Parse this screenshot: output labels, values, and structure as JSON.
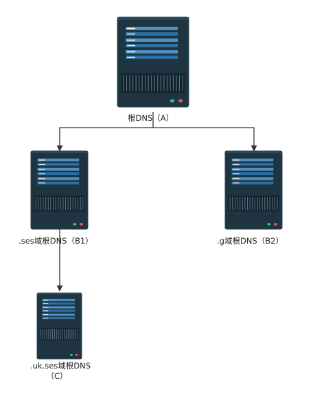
{
  "colors": {
    "server_body": "#1e3441",
    "server_border": "#2a4555",
    "rack_bar": "#4f90c4",
    "rack_bar_dark": "#2f6f9e",
    "rack_tick": "#ffffff",
    "vent_bg": "#12222d",
    "vent_line": "#5f7583",
    "led_green": "#34c477",
    "led_red": "#e05563",
    "connector": "#333333",
    "background": "#ffffff"
  },
  "nodes": [
    {
      "id": "A",
      "label": "根DNS（A）",
      "icon": "server-icon"
    },
    {
      "id": "B1",
      "label": ".ses域根DNS（B1）",
      "icon": "server-icon"
    },
    {
      "id": "B2",
      "label": ".g域根DNS（B2）",
      "icon": "server-icon"
    },
    {
      "id": "C",
      "label_line1": ".uk.ses域根DNS",
      "label_line2": "（C）",
      "icon": "server-icon"
    }
  ],
  "edges": [
    {
      "from": "A",
      "to": "B1"
    },
    {
      "from": "A",
      "to": "B2"
    },
    {
      "from": "B1",
      "to": "C"
    }
  ]
}
